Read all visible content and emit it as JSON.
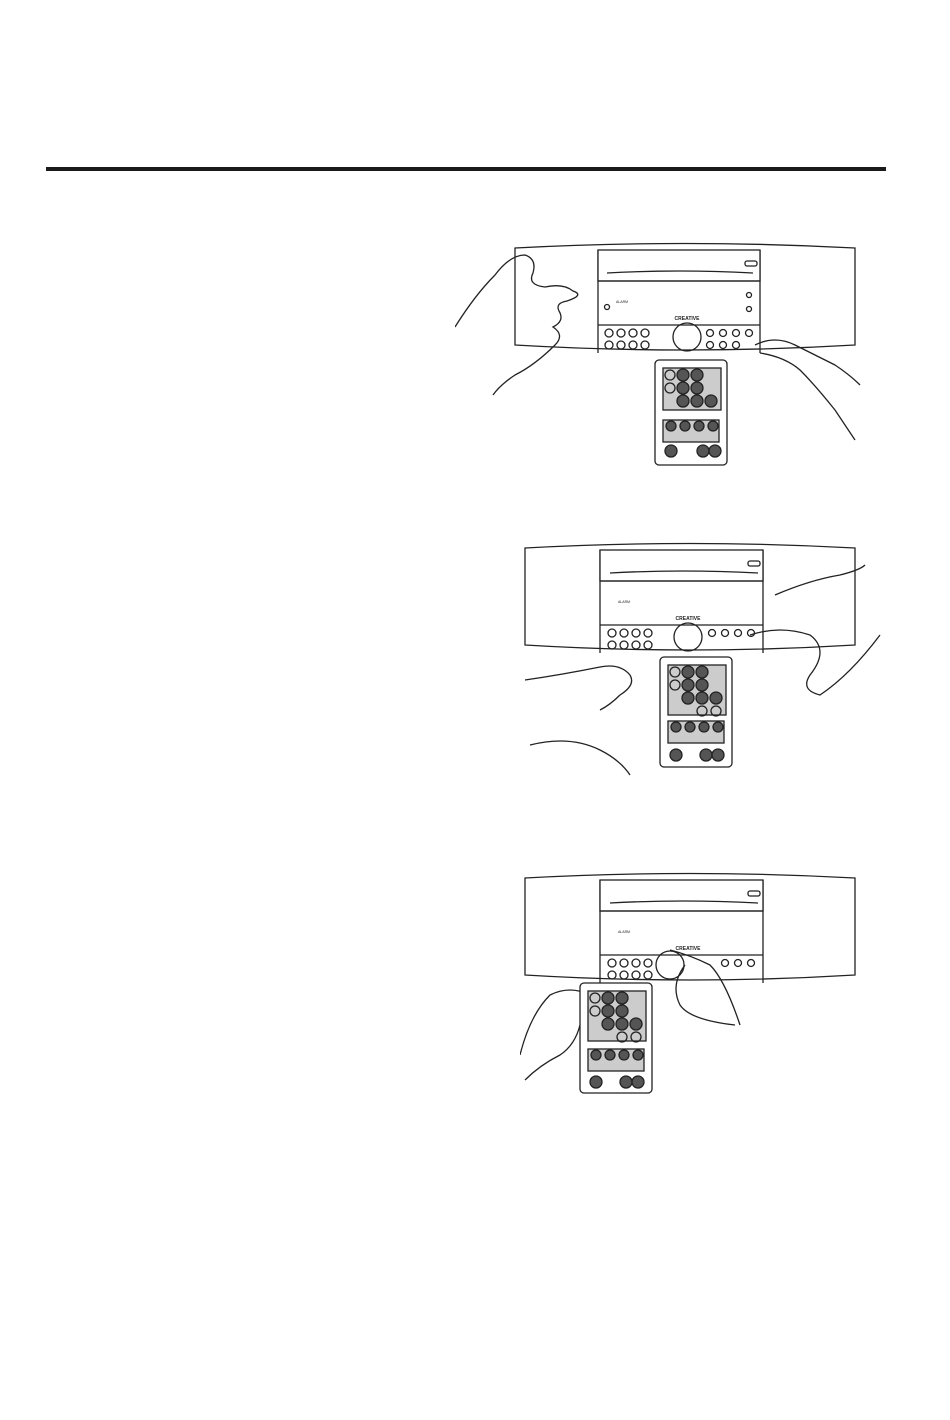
{
  "figures": [
    {
      "brand_label": "CREATIVE",
      "alarm_label": "ALARM"
    },
    {
      "brand_label": "CREATIVE",
      "alarm_label": "ALARM"
    },
    {
      "brand_label": "CREATIVE",
      "alarm_label": "ALARM"
    }
  ]
}
